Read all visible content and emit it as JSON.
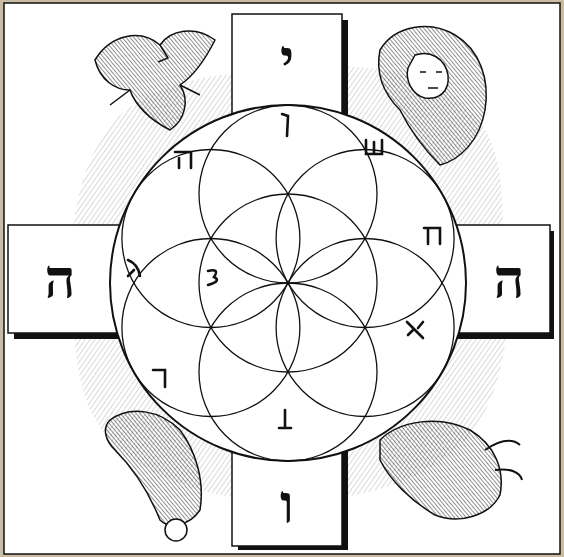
{
  "diagram": {
    "nodes": [
      {
        "text": [
          "י"
        ]
      },
      {
        "text": [
          "ה"
        ]
      },
      {
        "text": [
          "ה"
        ]
      },
      {
        "text": [
          "ו"
        ]
      }
    ]
  }
}
